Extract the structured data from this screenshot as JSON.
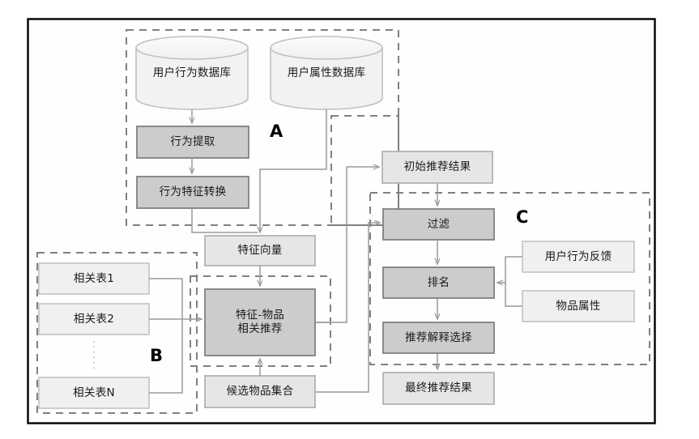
{
  "diagram": {
    "title": "Recommendation System Architecture Flowchart",
    "frame": {
      "border_color": "#000000"
    },
    "palette": {
      "box_light_fill": "#e6e6e6",
      "box_light_stroke": "#b3b3b3",
      "box_dark_fill": "#cccccc",
      "box_dark_stroke": "#808080",
      "cylinder_fill": "#f2f2f2",
      "cylinder_stroke": "#c0c0c0",
      "dashed_stroke": "#808080",
      "connector_stroke": "#9a9a9a",
      "text_color": "#1a1a1a"
    },
    "groups": [
      {
        "id": "A",
        "label": "A"
      },
      {
        "id": "B",
        "label": "B"
      },
      {
        "id": "C",
        "label": "C"
      }
    ],
    "nodes": [
      {
        "id": "user-behavior-db",
        "label": "用户行为数据库",
        "shape": "cylinder",
        "style": "light"
      },
      {
        "id": "user-attribute-db",
        "label": "用户属性数据库",
        "shape": "cylinder",
        "style": "light"
      },
      {
        "id": "behavior-extraction",
        "label": "行为提取",
        "shape": "rect",
        "style": "dark"
      },
      {
        "id": "behavior-feature-transform",
        "label": "行为特征转换",
        "shape": "rect",
        "style": "dark"
      },
      {
        "id": "feature-vector",
        "label": "特征向量",
        "shape": "rect",
        "style": "light"
      },
      {
        "id": "relation-table-1",
        "label": "相关表1",
        "shape": "rect",
        "style": "light"
      },
      {
        "id": "relation-table-2",
        "label": "相关表2",
        "shape": "rect",
        "style": "light"
      },
      {
        "id": "relation-table-n",
        "label": "相关表N",
        "shape": "rect",
        "style": "light"
      },
      {
        "id": "feature-item-recommend",
        "label": "特征-物品\n相关推荐",
        "shape": "rect",
        "style": "dark"
      },
      {
        "id": "candidate-item-set",
        "label": "候选物品集合",
        "shape": "rect",
        "style": "light"
      },
      {
        "id": "initial-recommendation",
        "label": "初始推荐结果",
        "shape": "rect",
        "style": "light"
      },
      {
        "id": "filter",
        "label": "过滤",
        "shape": "rect",
        "style": "dark"
      },
      {
        "id": "ranking",
        "label": "排名",
        "shape": "rect",
        "style": "dark"
      },
      {
        "id": "explanation-selection",
        "label": "推荐解释选择",
        "shape": "rect",
        "style": "dark"
      },
      {
        "id": "final-recommendation",
        "label": "最终推荐结果",
        "shape": "rect",
        "style": "light"
      },
      {
        "id": "user-behavior-feedback",
        "label": "用户行为反馈",
        "shape": "rect",
        "style": "light"
      },
      {
        "id": "item-attribute",
        "label": "物品属性",
        "shape": "rect",
        "style": "light"
      }
    ]
  }
}
